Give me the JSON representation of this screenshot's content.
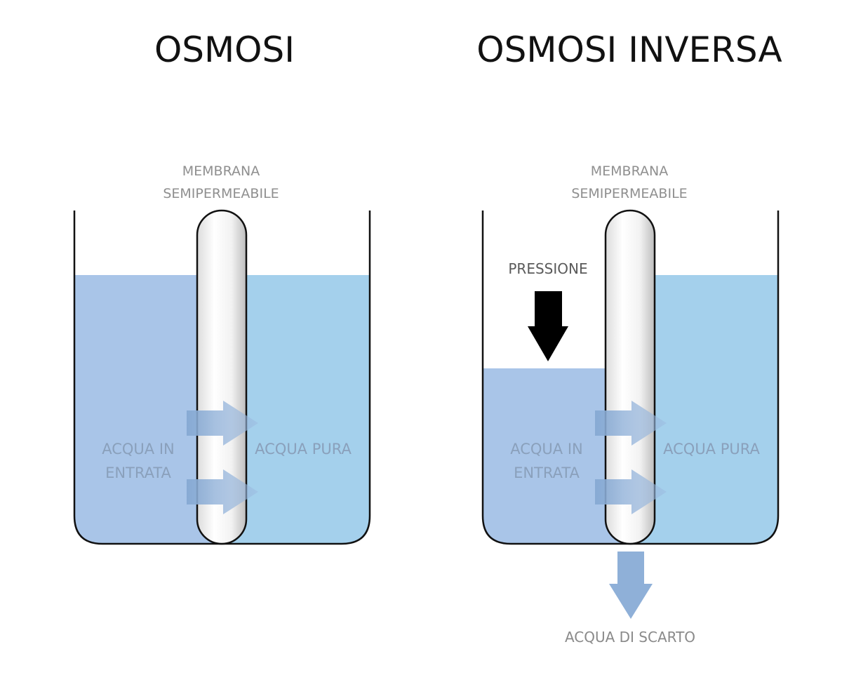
{
  "titles": {
    "left": "OSMOSI",
    "right": "OSMOSI INVERSA"
  },
  "membrane_label": {
    "line1": "MEMBRANA",
    "line2": "SEMIPERMEABILE"
  },
  "labels": {
    "inlet_line1": "ACQUA IN",
    "inlet_line2": "ENTRATA",
    "pure": "ACQUA PURA",
    "pressure": "PRESSIONE",
    "waste": "ACQUA DI SCARTO"
  },
  "colors": {
    "inlet_water": "#a9c5e8",
    "pure_water": "#a4d0ec",
    "flow_arrow": "#8eaed4",
    "waste_arrow": "#8fb0d8",
    "pressure_arrow": "#000000"
  }
}
